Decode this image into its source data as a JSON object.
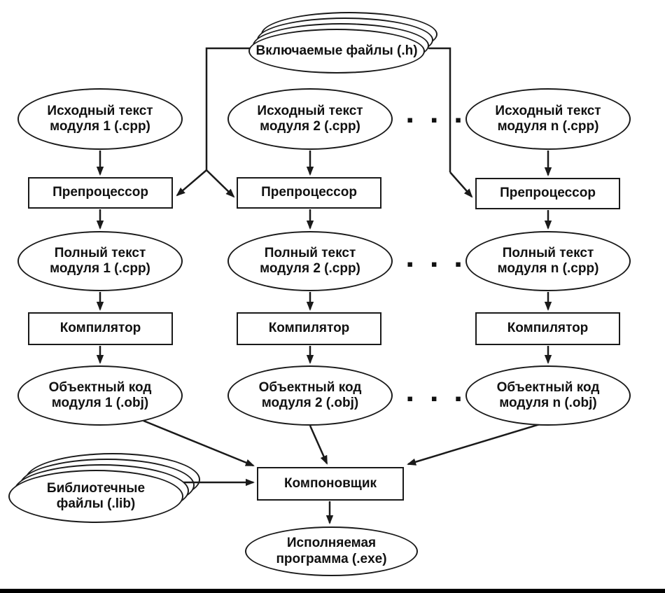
{
  "colors": {
    "stroke": "#1a1a1a",
    "background": "#ffffff",
    "text": "#111111"
  },
  "nodes": {
    "include_files": {
      "label": "Включаемые файлы (.h)"
    },
    "source_modules": [
      {
        "line1": "Исходный текст",
        "line2": "модуля 1 (.cpp)"
      },
      {
        "line1": "Исходный текст",
        "line2": "модуля 2 (.cpp)"
      },
      {
        "line1": "Исходный текст",
        "line2": "модуля n (.cpp)"
      }
    ],
    "preprocessor_label": "Препроцессор",
    "full_text_modules": [
      {
        "line1": "Полный текст",
        "line2": "модуля 1 (.cpp)"
      },
      {
        "line1": "Полный текст",
        "line2": "модуля 2 (.cpp)"
      },
      {
        "line1": "Полный текст",
        "line2": "модуля n (.cpp)"
      }
    ],
    "compiler_label": "Компилятор",
    "object_modules": [
      {
        "line1": "Объектный код",
        "line2": "модуля 1 (.obj)"
      },
      {
        "line1": "Объектный код",
        "line2": "модуля 2 (.obj)"
      },
      {
        "line1": "Объектный код",
        "line2": "модуля n (.obj)"
      }
    ],
    "library_files": {
      "line1": "Библиотечные",
      "line2": "файлы (.lib)"
    },
    "linker_label": "Компоновщик",
    "executable": {
      "line1": "Исполняемая",
      "line2": "программа (.exe)"
    }
  },
  "icons": {
    "ellipsis": "▪ ▪ ▪"
  }
}
